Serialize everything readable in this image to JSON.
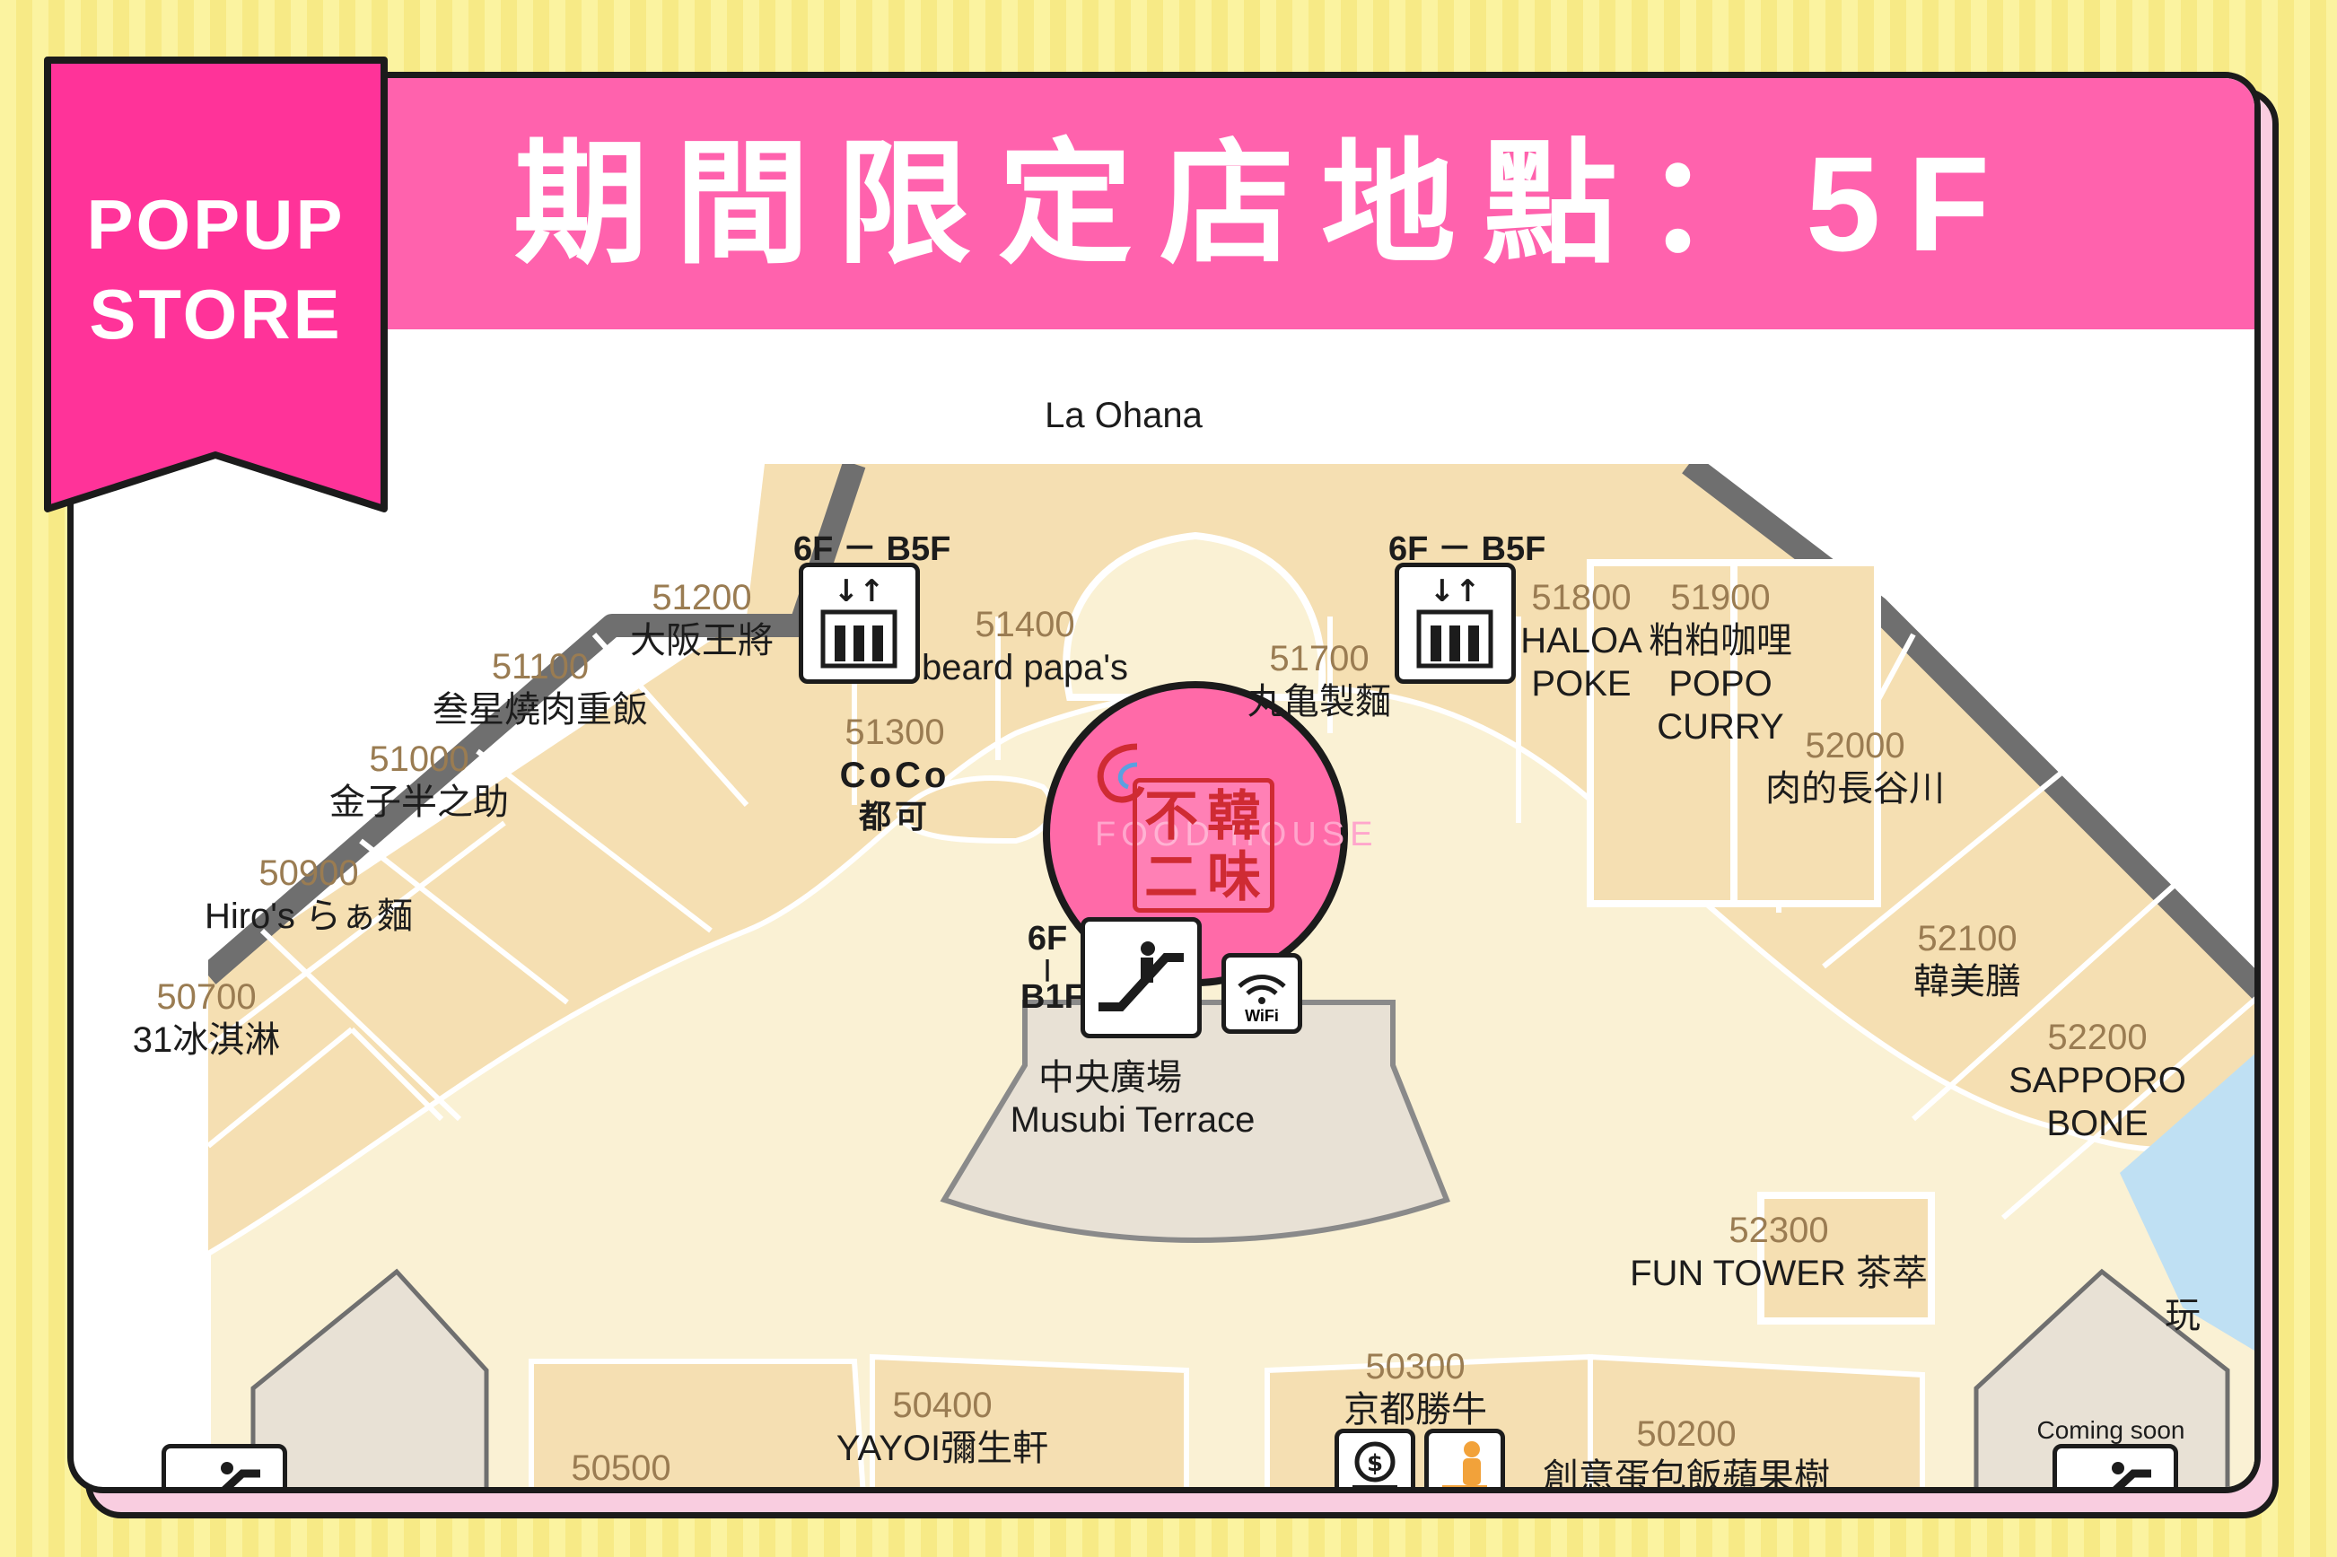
{
  "header": {
    "title": "期間限定店地點：5F",
    "ribbon_line1": "POPUP",
    "ribbon_line2": "STORE"
  },
  "colors": {
    "header_pink": "#ff62ad",
    "ribbon_pink": "#ff3399",
    "store_fill": "#f5dfb2",
    "corridor_fill": "#faf1d4",
    "terrace_fill": "#e8e1d5",
    "background_yellow": "#fbf3a0",
    "logo_red": "#cf2b33"
  },
  "map": {
    "top_label": "La Ohana",
    "stores": [
      {
        "number": "51200",
        "name": "大阪王將"
      },
      {
        "number": "51100",
        "name": "叁星燒肉重飯"
      },
      {
        "number": "51000",
        "name": "金子半之助"
      },
      {
        "number": "50900",
        "name": "Hiro's らぁ麵"
      },
      {
        "number": "50700",
        "name": "31冰淇淋"
      },
      {
        "number": "51400",
        "name": "beard papa's"
      },
      {
        "number": "51300",
        "name": "CoCo",
        "name2": "都可"
      },
      {
        "number": "51700",
        "name": "丸亀製麵"
      },
      {
        "number": "51800",
        "name": "HALOA",
        "name2": "POKE"
      },
      {
        "number": "51900",
        "name": "粕粕咖哩",
        "name2": "POPO",
        "name3": "CURRY"
      },
      {
        "number": "52000",
        "name": "肉的長谷川"
      },
      {
        "number": "52100",
        "name": "韓美膳"
      },
      {
        "number": "52200",
        "name": "SAPPORO",
        "name2": "BONE"
      },
      {
        "number": "52300",
        "name": "FUN TOWER 茶萃"
      },
      {
        "number": "50500",
        "name": ""
      },
      {
        "number": "50400",
        "name": "YAYOI彌生軒"
      },
      {
        "number": "50300",
        "name": "京都勝牛"
      },
      {
        "number": "50200",
        "name": "創意蛋包飯蘋果樹"
      }
    ],
    "elevator_left": {
      "top": "6F",
      "sep": "－",
      "bottom": "B5F"
    },
    "elevator_right": {
      "top": "6F",
      "sep": "－",
      "bottom": "B5F"
    },
    "escalator": {
      "top": "6F",
      "sep": "|",
      "bottom": "B1F"
    },
    "wifi_label": "WiFi",
    "terrace_name_zh": "中央廣場",
    "terrace_name_en": "Musubi Terrace",
    "right_edge_char": "玩",
    "coming_soon": "Coming soon",
    "popup_logo": {
      "chars": [
        "不",
        "韓",
        "二",
        "味"
      ],
      "ghost_text": "FOOD HOUSE"
    },
    "icons": [
      "elevator-icon",
      "escalator-icon",
      "wifi-icon",
      "atm-icon",
      "nursing-room-icon",
      "popup-store-marker-icon"
    ]
  }
}
